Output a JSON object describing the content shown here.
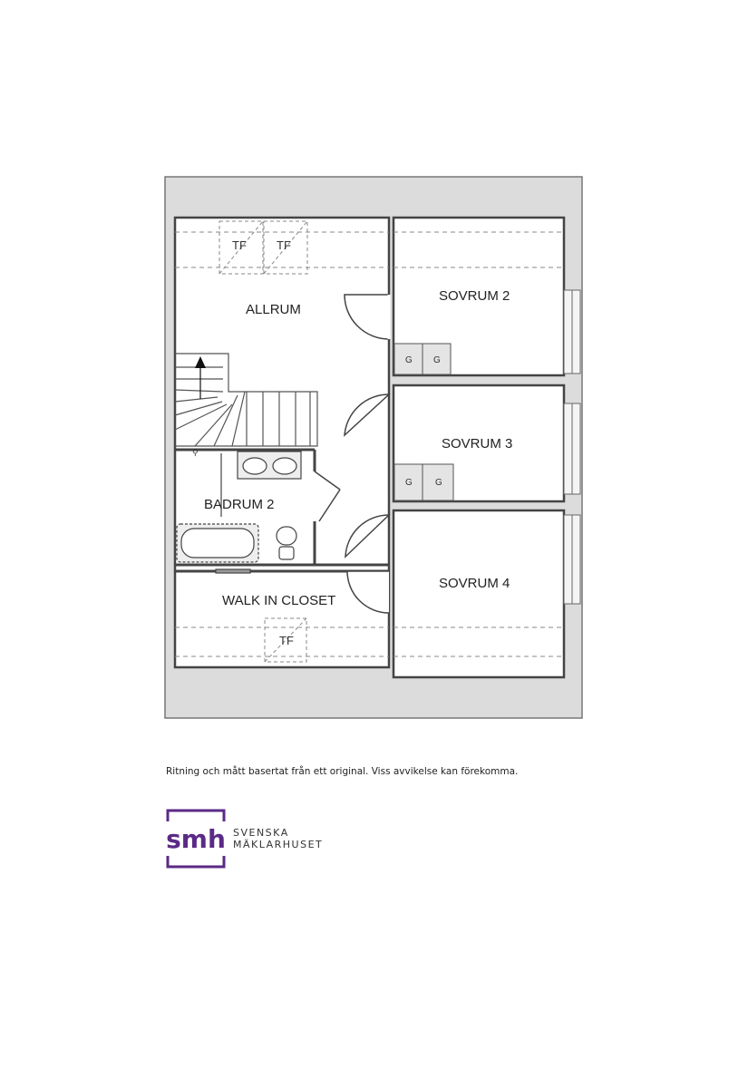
{
  "floorplan": {
    "rooms": {
      "allrum": "ALLRUM",
      "sovrum2": "SOVRUM 2",
      "sovrum3": "SOVRUM 3",
      "sovrum4": "SOVRUM 4",
      "badrum2": "BADRUM 2",
      "closet": "WALK IN CLOSET"
    },
    "tf_marker": "TF",
    "g_marker": "G"
  },
  "disclaimer": "Ritning och mått basertat från ett original. Viss avvikelse kan förekomma.",
  "logo": {
    "mark_text": "smh",
    "line1": "SVENSKA",
    "line2": "MÄKLARHUSET",
    "color": "#5b2a86"
  }
}
